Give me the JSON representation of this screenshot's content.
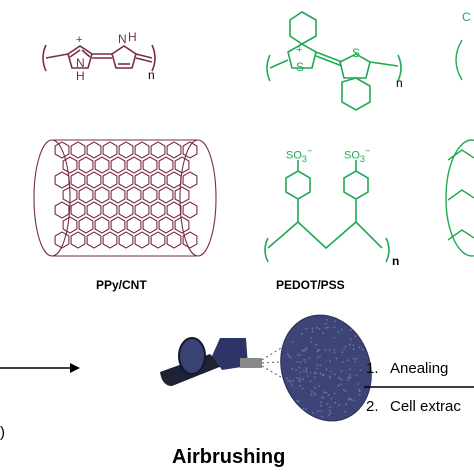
{
  "molecules": {
    "ppy": {
      "repeat_subscript": "n",
      "nh_top": "H",
      "nh_top_n": "N",
      "nh_bottom_n": "N",
      "nh_bottom": "H",
      "charge": "+",
      "color": "#7a2b4a"
    },
    "pedot": {
      "repeat_subscript": "n",
      "s_left": "S",
      "s_right": "S",
      "charge": "+",
      "color": "#1faa52"
    },
    "pss": {
      "so3_left": "SO",
      "so3_right": "SO",
      "subscript_3": "3",
      "minus": "−",
      "repeat_subscript": "n",
      "color": "#1faa52"
    }
  },
  "labels": {
    "ppy_cnt": "PPy/CNT",
    "pedot_pss": "PEDOT/PSS",
    "airbrushing": "Airbrushing"
  },
  "steps": [
    {
      "num": "1.",
      "text": "Anealing"
    },
    {
      "num": "2.",
      "text": "Cell extrac"
    }
  ],
  "partial_left_paren": ")",
  "partial_right_top": "C",
  "colors": {
    "ppy": "#7a2b4a",
    "pedot": "#1faa52",
    "device": "#2e3566",
    "disc": "#3c4478"
  }
}
